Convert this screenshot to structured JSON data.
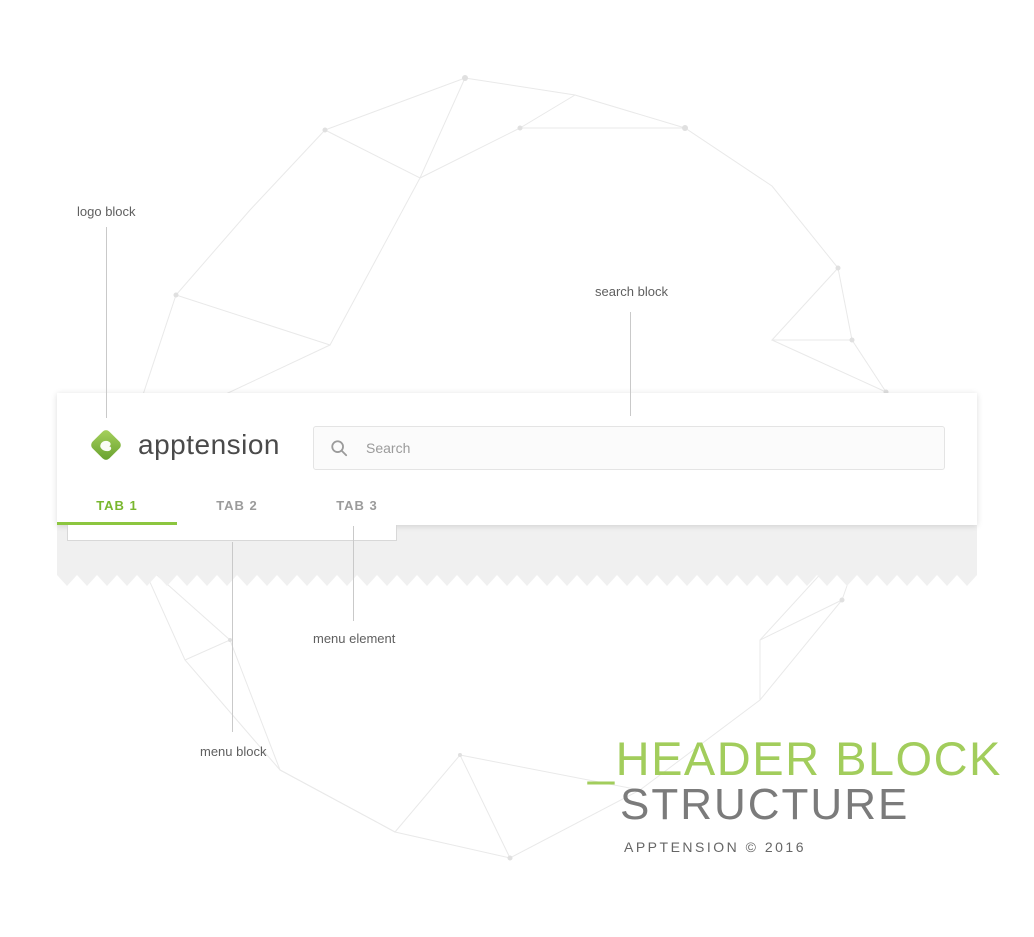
{
  "header": {
    "logo_text": "apptension",
    "search": {
      "placeholder": "Search"
    },
    "tabs": [
      {
        "label": "TAB 1",
        "active": true
      },
      {
        "label": "TAB 2",
        "active": false
      },
      {
        "label": "TAB 3",
        "active": false
      }
    ]
  },
  "annotations": {
    "logo_block": "logo block",
    "search_block": "search block",
    "menu_element": "menu element",
    "menu_block": "menu block"
  },
  "footer": {
    "title_line1": "_HEADER BLOCK",
    "title_line2": "STRUCTURE",
    "copyright": "APPTENSION © 2016"
  },
  "icons": {
    "logo": "apptension-logo-icon",
    "search": "search-icon"
  },
  "colors": {
    "accent_green": "#8CC63F",
    "tab_active_green": "#79B72E",
    "title_green": "#A2CD5C",
    "muted_gray": "#9B9B9B",
    "text_dark": "#4A4A4A",
    "torn_band_gray": "#F0F0F0"
  }
}
